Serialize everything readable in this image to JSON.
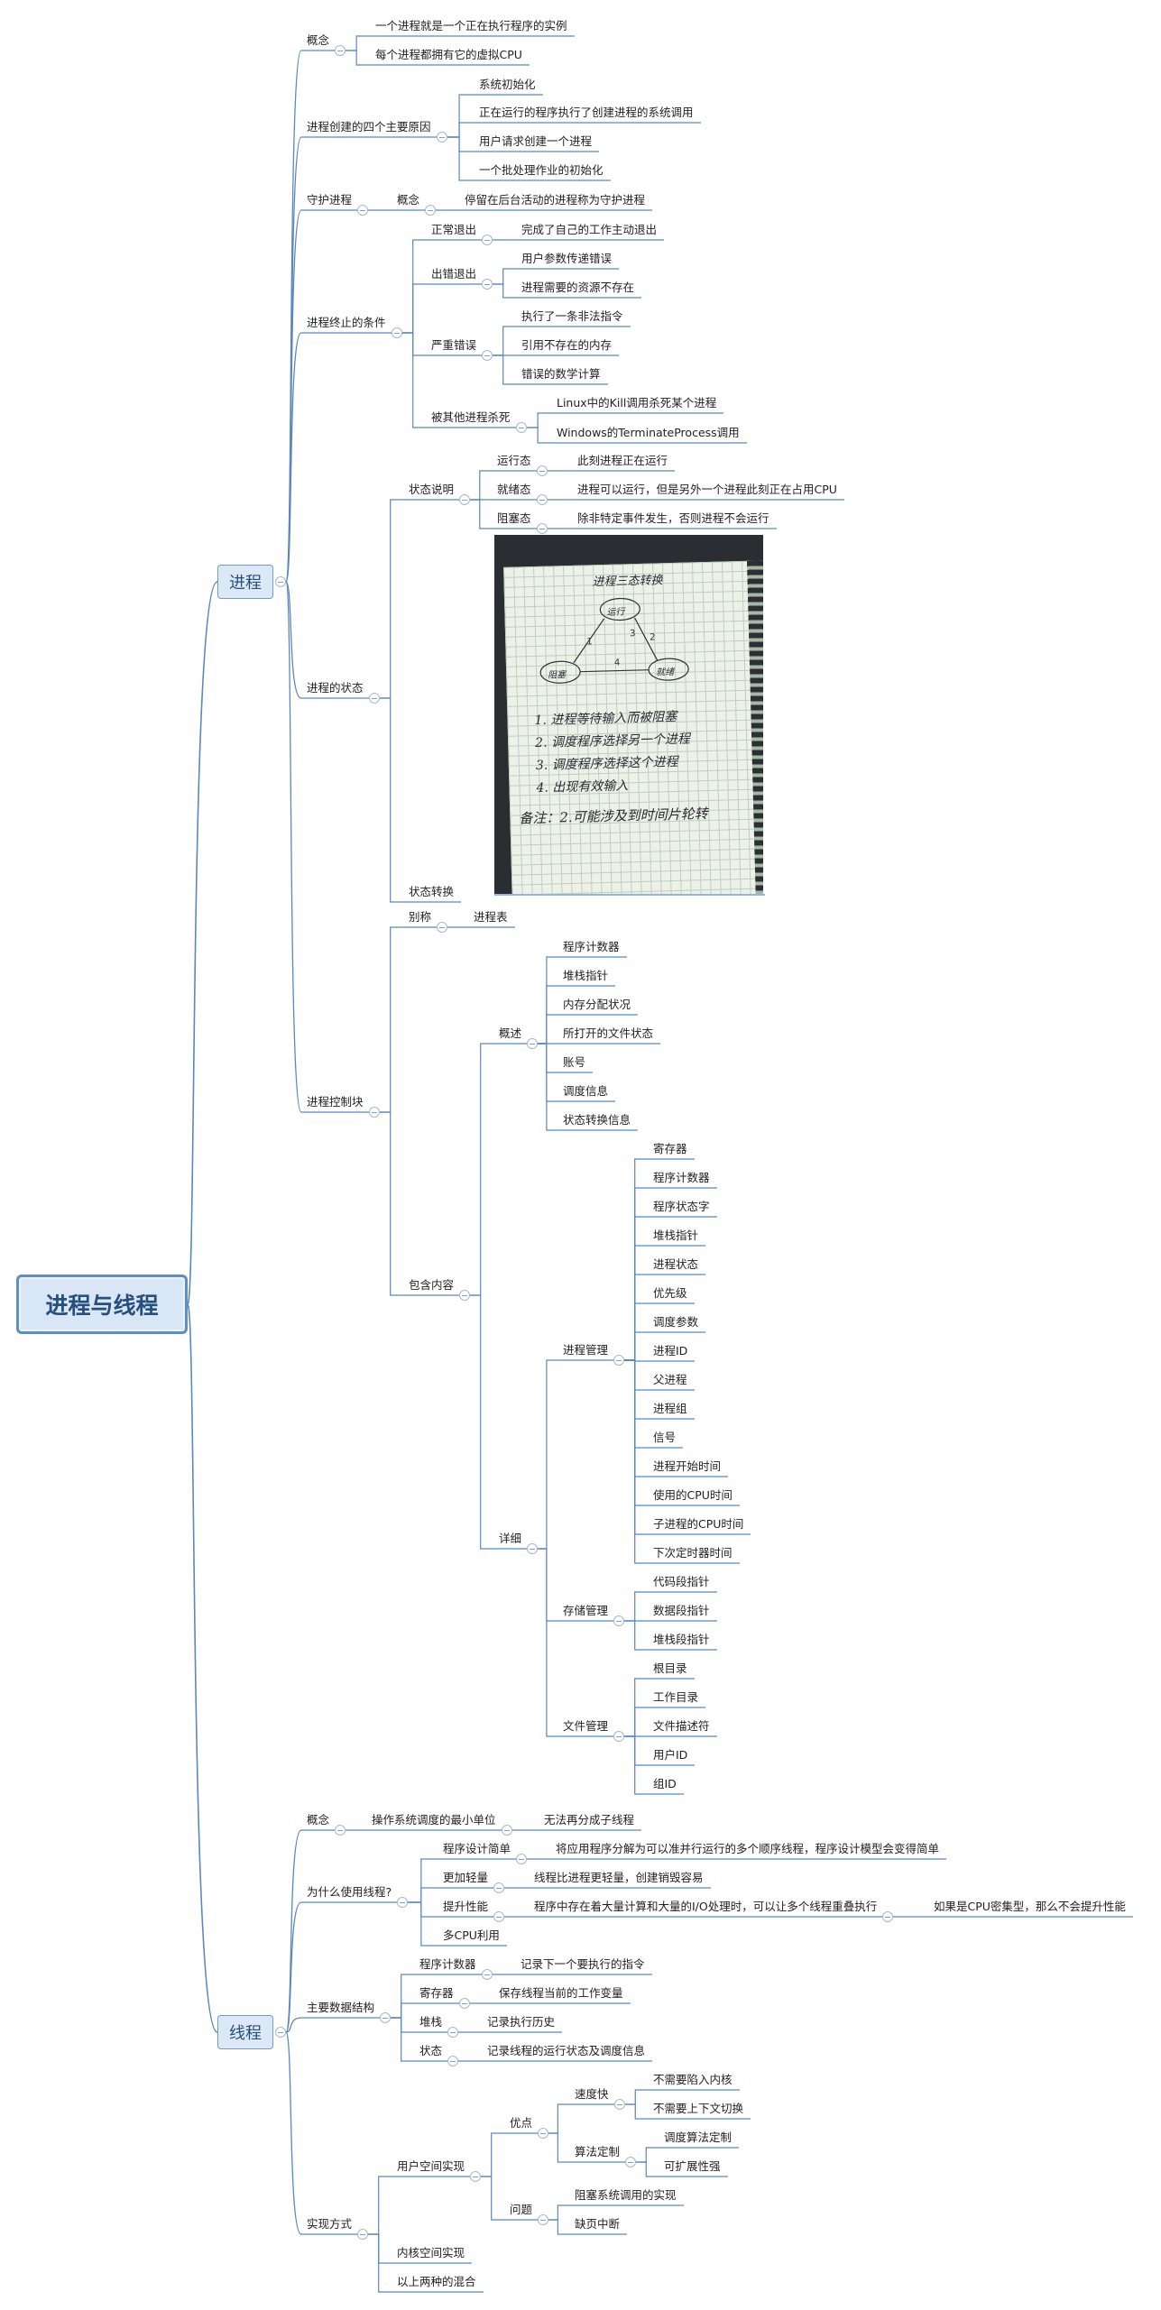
{
  "root": "进程与线程",
  "process": {
    "label": "进程",
    "concept": {
      "label": "概念",
      "items": [
        "一个进程就是一个正在执行程序的实例",
        "每个进程都拥有它的虚拟CPU"
      ]
    },
    "creation": {
      "label": "进程创建的四个主要原因",
      "items": [
        "系统初始化",
        "正在运行的程序执行了创建进程的系统调用",
        "用户请求创建一个进程",
        "一个批处理作业的初始化"
      ]
    },
    "daemon": {
      "label": "守护进程",
      "concept_label": "概念",
      "concept_text": "停留在后台活动的进程称为守护进程"
    },
    "termination": {
      "label": "进程终止的条件",
      "normal": {
        "label": "正常退出",
        "items": [
          "完成了自己的工作主动退出"
        ]
      },
      "error": {
        "label": "出错退出",
        "items": [
          "用户参数传递错误",
          "进程需要的资源不存在"
        ]
      },
      "fatal": {
        "label": "严重错误",
        "items": [
          "执行了一条非法指令",
          "引用不存在的内存",
          "错误的数学计算"
        ]
      },
      "killed": {
        "label": "被其他进程杀死",
        "items": [
          "Linux中的Kill调用杀死某个进程",
          "Windows的TerminateProcess调用"
        ]
      }
    },
    "states": {
      "label": "进程的状态",
      "desc_label": "状态说明",
      "items": [
        {
          "label": "运行态",
          "text": "此刻进程正在运行"
        },
        {
          "label": "就绪态",
          "text": "进程可以运行，但是另外一个进程此刻正在占用CPU"
        },
        {
          "label": "阻塞态",
          "text": "除非特定事件发生，否则进程不会运行"
        }
      ],
      "transition_label": "状态转换",
      "photo": {
        "title": "进程三态转换",
        "node_running": "运行",
        "node_blocked": "阻塞",
        "node_ready": "就绪",
        "lines": [
          "1. 进程等待输入而被阻塞",
          "2. 调度程序选择另一个进程",
          "3. 调度程序选择这个进程",
          "4. 出现有效输入"
        ],
        "note": "备注：2.可能涉及到时间片轮转"
      }
    },
    "pcb": {
      "label": "进程控制块",
      "alias_label": "别称",
      "alias": "进程表",
      "content_label": "包含内容",
      "overview": {
        "label": "概述",
        "items": [
          "程序计数器",
          "堆栈指针",
          "内存分配状况",
          "所打开的文件状态",
          "账号",
          "调度信息",
          "状态转换信息"
        ]
      },
      "detail": {
        "label": "详细",
        "process_mgmt": {
          "label": "进程管理",
          "items": [
            "寄存器",
            "程序计数器",
            "程序状态字",
            "堆栈指针",
            "进程状态",
            "优先级",
            "调度参数",
            "进程ID",
            "父进程",
            "进程组",
            "信号",
            "进程开始时间",
            "使用的CPU时间",
            "子进程的CPU时间",
            "下次定时器时间"
          ]
        },
        "storage_mgmt": {
          "label": "存储管理",
          "items": [
            "代码段指针",
            "数据段指针",
            "堆栈段指针"
          ]
        },
        "file_mgmt": {
          "label": "文件管理",
          "items": [
            "根目录",
            "工作目录",
            "文件描述符",
            "用户ID",
            "组ID"
          ]
        }
      }
    }
  },
  "thread": {
    "label": "线程",
    "concept": {
      "label": "概念",
      "sub": "操作系统调度的最小单位",
      "sub2": "无法再分成子线程"
    },
    "why": {
      "label": "为什么使用线程?",
      "items": [
        {
          "label": "程序设计简单",
          "text": "将应用程序分解为可以准并行运行的多个顺序线程，程序设计模型会变得简单"
        },
        {
          "label": "更加轻量",
          "text": "线程比进程更轻量，创建销毁容易"
        },
        {
          "label": "提升性能",
          "text": "程序中存在着大量计算和大量的I/O处理时，可以让多个线程重叠执行",
          "text2": "如果是CPU密集型，那么不会提升性能"
        },
        {
          "label": "多CPU利用",
          "text": ""
        }
      ]
    },
    "data": {
      "label": "主要数据结构",
      "items": [
        {
          "label": "程序计数器",
          "text": "记录下一个要执行的指令"
        },
        {
          "label": "寄存器",
          "text": "保存线程当前的工作变量"
        },
        {
          "label": "堆栈",
          "text": "记录执行历史"
        },
        {
          "label": "状态",
          "text": "记录线程的运行状态及调度信息"
        }
      ]
    },
    "impl": {
      "label": "实现方式",
      "user": {
        "label": "用户空间实现",
        "pros": {
          "label": "优点",
          "fast": {
            "label": "速度快",
            "items": [
              "不需要陷入内核",
              "不需要上下文切换"
            ]
          },
          "custom": {
            "label": "算法定制",
            "items": [
              "调度算法定制",
              "可扩展性强"
            ]
          }
        },
        "cons": {
          "label": "问题",
          "items": [
            "阻塞系统调用的实现",
            "缺页中断"
          ]
        }
      },
      "kernel": "内核空间实现",
      "hybrid": "以上两种的混合"
    }
  }
}
